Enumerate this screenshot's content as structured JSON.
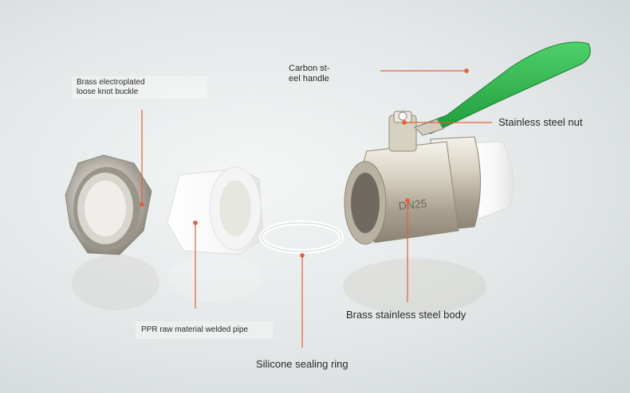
{
  "labels": {
    "buckle": "Brass electroplated\nloose knot buckle",
    "handle": "Carbon st-\neel handle",
    "nut": "Stainless steel nut",
    "body": "Brass stainless steel body",
    "pipe": "PPR raw material welded pipe",
    "ring": "Silicone sealing ring"
  },
  "valve_marking": "DN25",
  "colors": {
    "leader_line": "#e0603a",
    "leader_dot": "#e0603a",
    "handle_green": "#2eb34c",
    "brass": "#c9c2b3",
    "pipe_white": "#fafafa"
  }
}
